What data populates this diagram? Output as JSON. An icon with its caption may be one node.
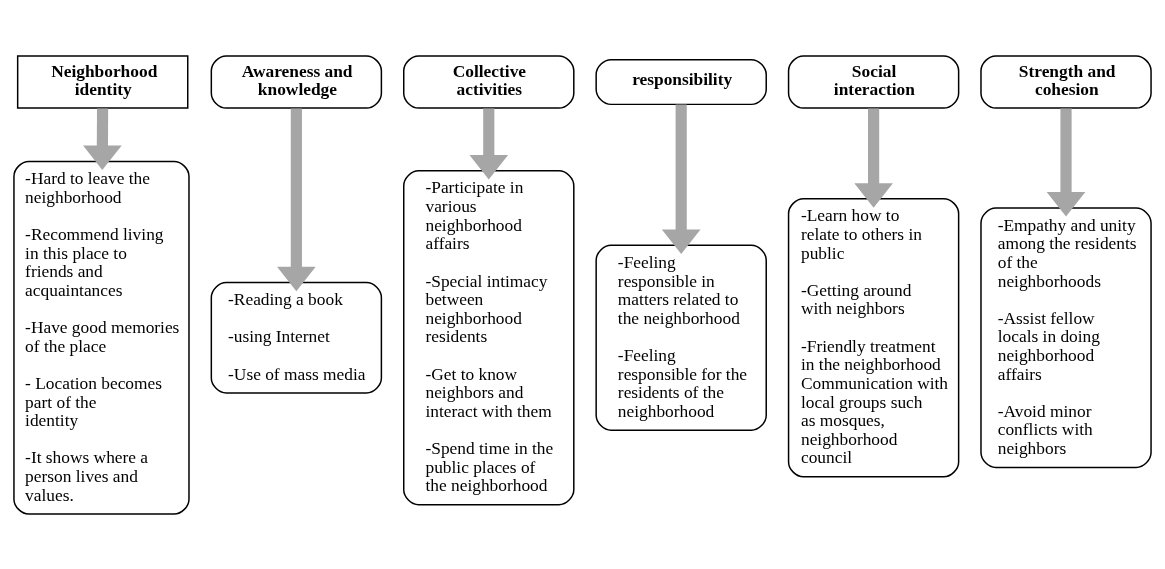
{
  "diagram": {
    "nodes": [
      {
        "text": [
          "Neighborhood identity"
        ]
      },
      {
        "text": [
          "Awareness and knowledge"
        ]
      },
      {
        "text": [
          "Collective activities"
        ]
      },
      {
        "text": [
          "responsibility"
        ]
      },
      {
        "text": [
          "Social interaction"
        ]
      },
      {
        "text": [
          "Strength and cohesion"
        ]
      },
      {
        "text": [
          "-Hard to leave the neighborhood",
          "-Recommend living in this place to friends and acquaintances",
          "-Have good memories of the place",
          "- Location becomes part of the identity",
          "-It shows where a person lives and values."
        ]
      },
      {
        "text": [
          "-Reading a book",
          "-using Internet",
          "-Use of mass media"
        ]
      },
      {
        "text": [
          "-Participate in various neighborhood affairs",
          "-Special intimacy between neighborhood residents",
          "-Get to know neighbors and interact with them",
          "-Spend time in the public places of the neighborhood"
        ]
      },
      {
        "text": [
          "-Feeling responsible in matters related to the neighborhood",
          "-Feeling responsible for the residents of the neighborhood"
        ]
      },
      {
        "text": [
          "-Learn how to relate to others in public",
          "-Getting around with neighbors",
          "-Friendly treatment in the neighborhood Communication with local groups such as mosques, neighborhood council"
        ]
      },
      {
        "text": [
          "-Empathy and unity among the residents of the neighborhoods",
          "-Assist fellow locals in doing neighborhood affairs",
          "-Avoid minor conflicts with neighbors"
        ]
      }
    ],
    "edges": [
      {
        "from": 0,
        "to": 6,
        "arrow": "to"
      },
      {
        "from": 1,
        "to": 7,
        "arrow": "to"
      },
      {
        "from": 2,
        "to": 8,
        "arrow": "to"
      },
      {
        "from": 3,
        "to": 9,
        "arrow": "to"
      },
      {
        "from": 4,
        "to": 10,
        "arrow": "to"
      },
      {
        "from": 5,
        "to": 11,
        "arrow": "to"
      }
    ]
  }
}
